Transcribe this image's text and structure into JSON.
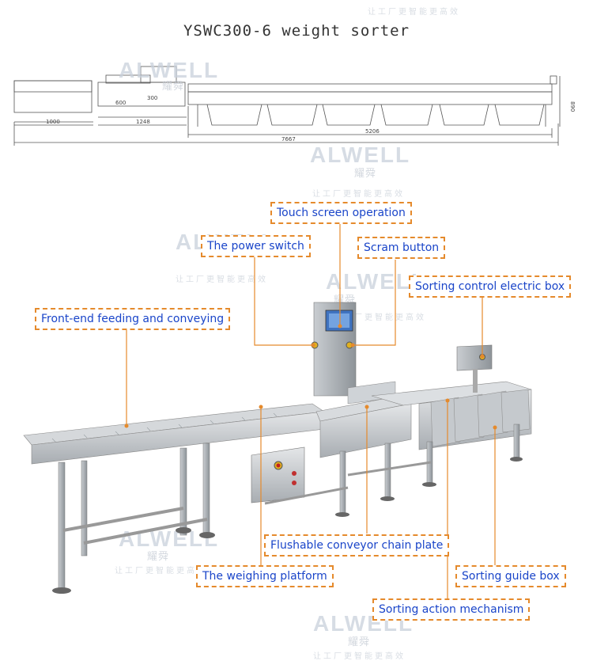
{
  "title": "YSWC300-6 weight sorter",
  "drawing": {
    "dim_600": "600",
    "dim_300": "300",
    "dim_1000": "1000",
    "dim_1248": "1248",
    "dim_5206": "5206",
    "dim_7667": "7667",
    "dim_890": "890"
  },
  "watermark": {
    "logo": "ALWELL",
    "cn": "耀舜",
    "sub": "让工厂更智能更高效"
  },
  "callouts": {
    "touch_screen": "Touch screen operation",
    "power_switch": "The power switch",
    "scram": "Scram button",
    "sorting_box": "Sorting control electric box",
    "front_end": "Front-end feeding and conveying",
    "chain_plate": "Flushable conveyor chain plate",
    "weighing": "The weighing platform",
    "guide_box": "Sorting guide box",
    "action": "Sorting action mechanism"
  },
  "colors": {
    "callout_border": "#e58a2c",
    "callout_text": "#1a45c9",
    "leader": "#e58a2c",
    "steel": "#b8bcc0"
  }
}
